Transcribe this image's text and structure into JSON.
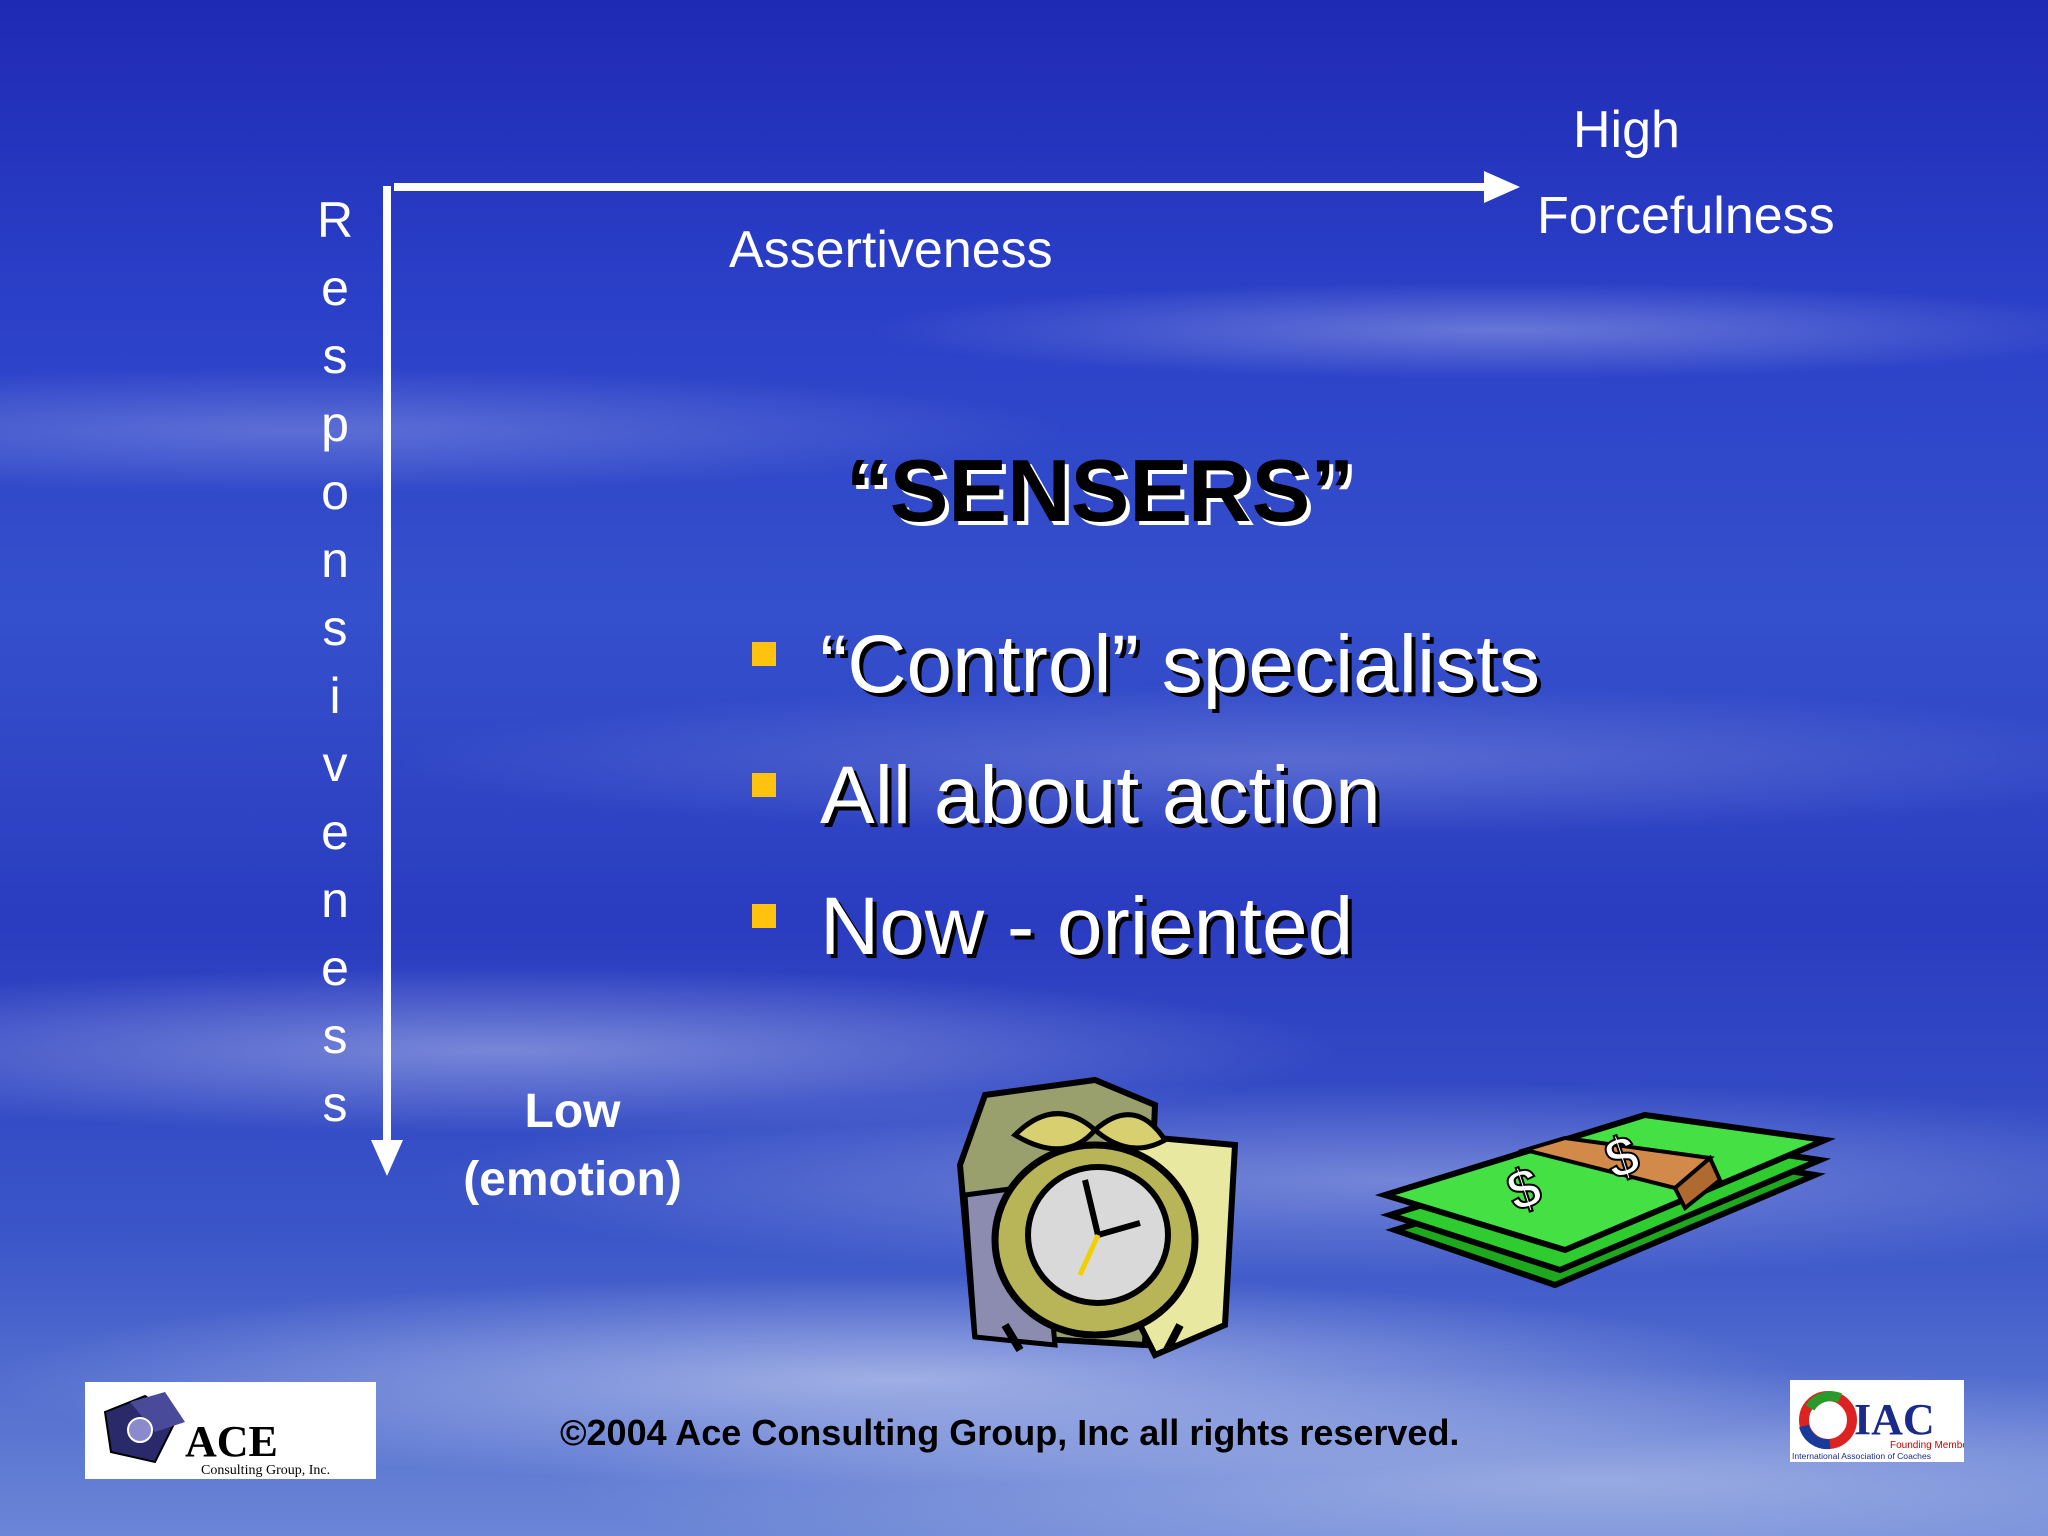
{
  "axes": {
    "vertical_label": "Responsiveness",
    "horizontal_label": "Assertiveness",
    "top_right": {
      "line1": "High",
      "line2": "Forcefulness"
    },
    "bottom_left": {
      "line1": "Low",
      "line2": "(emotion)"
    }
  },
  "slide": {
    "title": "“SENSERS”",
    "bullets": [
      "“Control” specialists",
      "All about action",
      "Now - oriented"
    ],
    "bullet_color": "#ffc20e"
  },
  "footer": {
    "copyright": "©2004 Ace Consulting Group, Inc  all rights reserved.",
    "left_logo": {
      "name": "ACE",
      "tagline": "Consulting Group, Inc."
    },
    "right_logo": {
      "name": "IAC",
      "line1": "Founding Member",
      "line2": "International Association of Coaches"
    }
  },
  "clipart": [
    "alarm-clock-icon",
    "money-stack-icon"
  ]
}
